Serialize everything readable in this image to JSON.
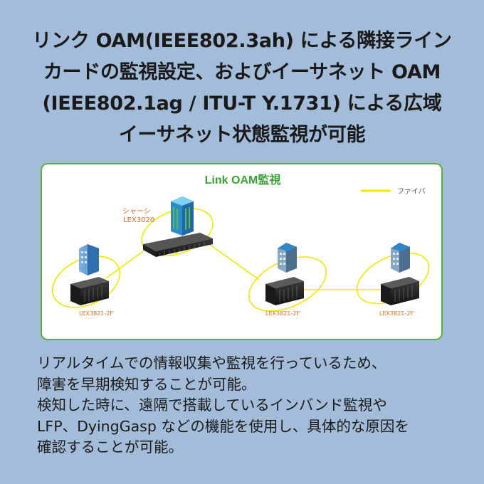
{
  "headline": [
    "リンク OAM(IEEE802.3ah) による隣接ライン",
    "カードの監視設定、およびイーサネット OAM",
    "(IEEE802.1ag / ITU-T Y.1731) による広域",
    "イーサネット状態監視が可能"
  ],
  "diagram": {
    "title": "Link OAM監視",
    "legend_label": "ファイバ",
    "chassis_label_1": "シャーシ",
    "chassis_label_2": "LEX3020",
    "device_labels": [
      "LEX3821-2F",
      "LEX3821-2F",
      "LEX3821-2F"
    ],
    "colors": {
      "frame": "#58b23a",
      "title": "#3aa035",
      "fiber": "#f2e600",
      "chassis_label": "#e06a1a"
    }
  },
  "body_text": [
    "リアルタイムでの情報収集や監視を行っているため、",
    "障害を早期検知することが可能。",
    "検知した時に、遠隔で搭載しているインバンド監視や",
    "LFP、DyingGasp などの機能を使用し、具体的な原因を",
    "確認することが可能。"
  ]
}
